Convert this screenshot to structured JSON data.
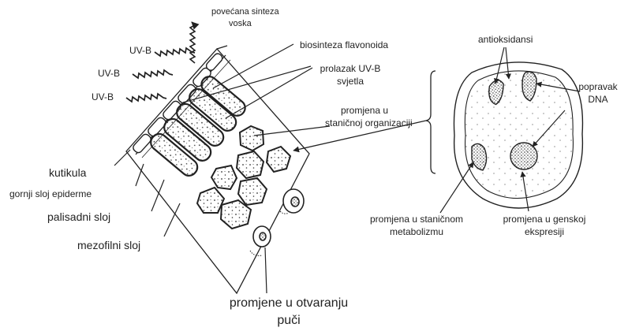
{
  "labels": {
    "wax": [
      "povećana sinteza",
      "voska"
    ],
    "uvb": [
      "UV-B",
      "UV-B",
      "UV-B"
    ],
    "flavonoid": "biosinteza flavonoida",
    "uv_pass": [
      "prolazak UV-B",
      "svjetla"
    ],
    "cell_org": [
      "promjena u",
      "staničnoj organizaciji"
    ],
    "antioxidants": "antioksidansi",
    "dna_repair": [
      "popravak",
      "DNA"
    ],
    "cuticle": "kutikula",
    "upper_epidermis": "gornji sloj epiderme",
    "palisade": "palisadni sloj",
    "mesophyll": "mezofilni sloj",
    "metabolism": [
      "promjena u staničnom",
      "metabolizmu"
    ],
    "gene_expression": [
      "promjena u genskoj",
      "ekspresiji"
    ],
    "stomata": [
      "promjene u otvaranju",
      "puči"
    ]
  },
  "colors": {
    "ink": "#222222",
    "background": "#ffffff"
  }
}
